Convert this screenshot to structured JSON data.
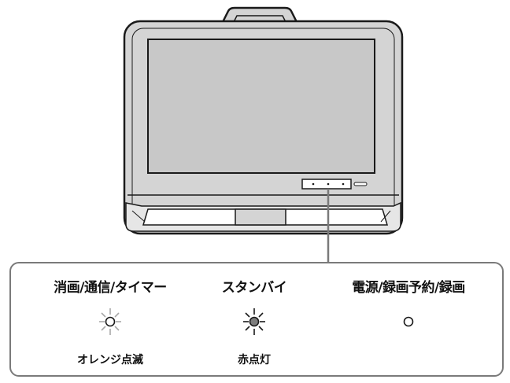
{
  "indicators": [
    {
      "label": "消画/通信/タイマー",
      "state": "オレンジ点滅",
      "lamp": "blinking"
    },
    {
      "label": "スタンバイ",
      "state": "赤点灯",
      "lamp": "lit"
    },
    {
      "label": "電源/録画予約/録画",
      "state": "",
      "lamp": "off"
    }
  ],
  "colors": {
    "outline": "#1a1a1a",
    "bezel": "#d4d4d4",
    "screen": "#c8c8c8",
    "panel_border": "#7a7a7a",
    "lamp_lit": "#7d7d7d",
    "rays": "#a8a8a8"
  }
}
